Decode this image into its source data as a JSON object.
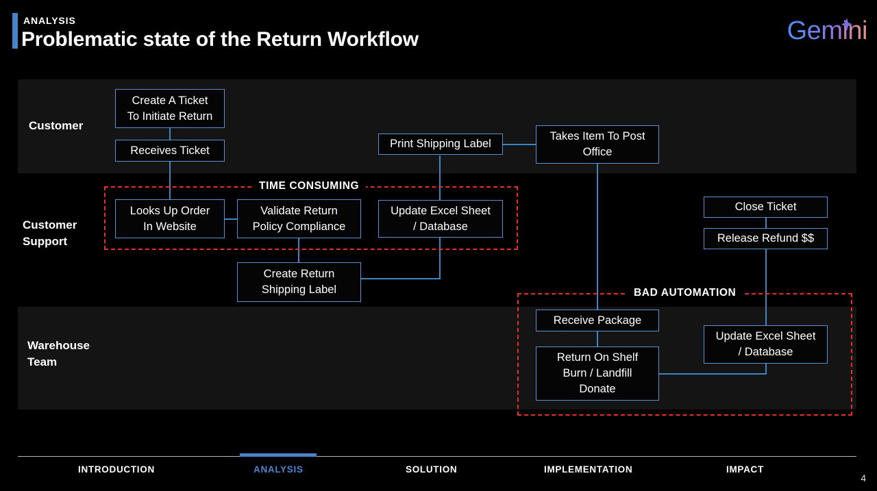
{
  "header": {
    "eyebrow": "ANALYSIS",
    "title": "Problematic state of the Return Workflow",
    "accent_color": "#4a82c8"
  },
  "brand": {
    "name": "Gemini",
    "sparkle_icon": "sparkle-icon",
    "gradient_from": "#4c8df6",
    "gradient_to": "#e89a8a"
  },
  "diagram": {
    "box_border_color": "#5b8fd0",
    "connector_color": "#3b86c4",
    "annotation_color": "#e8302a",
    "band_color": "#141414",
    "lanes": [
      {
        "id": "customer",
        "label": "Customer"
      },
      {
        "id": "customer-support",
        "label": "Customer\nSupport",
        "line1": "Customer",
        "line2": "Support"
      },
      {
        "id": "warehouse",
        "label": "Warehouse\nTeam",
        "line1": "Warehouse",
        "line2": "Team"
      }
    ],
    "nodes": [
      {
        "id": "create-ticket",
        "lane": "customer",
        "line1": "Create A Ticket",
        "line2": "To Initiate Return"
      },
      {
        "id": "receives-ticket",
        "lane": "customer",
        "line1": "Receives Ticket"
      },
      {
        "id": "print-shipping-label",
        "lane": "customer",
        "line1": "Print Shipping Label"
      },
      {
        "id": "takes-item-post-office",
        "lane": "customer",
        "line1": "Takes Item To Post",
        "line2": "Office"
      },
      {
        "id": "looks-up-order",
        "lane": "customer-support",
        "line1": "Looks Up Order",
        "line2": "In Website"
      },
      {
        "id": "validate-return-policy",
        "lane": "customer-support",
        "line1": "Validate Return",
        "line2": "Policy Compliance"
      },
      {
        "id": "update-excel-left",
        "lane": "customer-support",
        "line1": "Update Excel Sheet",
        "line2": "/ Database"
      },
      {
        "id": "create-return-label",
        "lane": "customer-support",
        "line1": "Create Return",
        "line2": "Shipping Label"
      },
      {
        "id": "close-ticket",
        "lane": "customer-support",
        "line1": "Close Ticket"
      },
      {
        "id": "release-refund",
        "lane": "customer-support",
        "line1": "Release Refund $$"
      },
      {
        "id": "receive-package",
        "lane": "warehouse",
        "line1": "Receive Package"
      },
      {
        "id": "return-on-shelf",
        "lane": "warehouse",
        "line1": "Return On Shelf",
        "line2": "Burn / Landfill",
        "line3": "Donate"
      },
      {
        "id": "update-excel-right",
        "lane": "warehouse",
        "line1": "Update Excel Sheet",
        "line2": "/ Database"
      }
    ],
    "annotations": [
      {
        "id": "time-consuming",
        "label": "TIME CONSUMING"
      },
      {
        "id": "bad-automation",
        "label": "BAD AUTOMATION"
      }
    ]
  },
  "footer": {
    "active_index": 1,
    "active_color": "#4a86d4",
    "items": [
      {
        "label": "INTRODUCTION"
      },
      {
        "label": "ANALYSIS"
      },
      {
        "label": "SOLUTION"
      },
      {
        "label": "IMPLEMENTATION"
      },
      {
        "label": "IMPACT"
      }
    ],
    "page_number": "4"
  }
}
